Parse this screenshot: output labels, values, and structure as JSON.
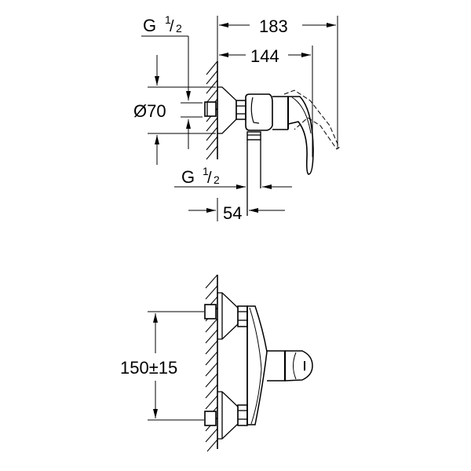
{
  "drawing": {
    "top_view": {
      "overall_depth": "183",
      "lever_depth": "144",
      "inlet_thread_label_g": "G",
      "inlet_thread_fraction_num": "1",
      "inlet_thread_fraction_den": "2",
      "rosette_diameter": "Ø70",
      "outlet_thread_label_g": "G",
      "outlet_thread_fraction_num": "1",
      "outlet_thread_fraction_den": "2",
      "outlet_offset": "54"
    },
    "front_view": {
      "center_distance": "150±15"
    }
  },
  "colors": {
    "line": "#000000",
    "background": "#ffffff"
  }
}
